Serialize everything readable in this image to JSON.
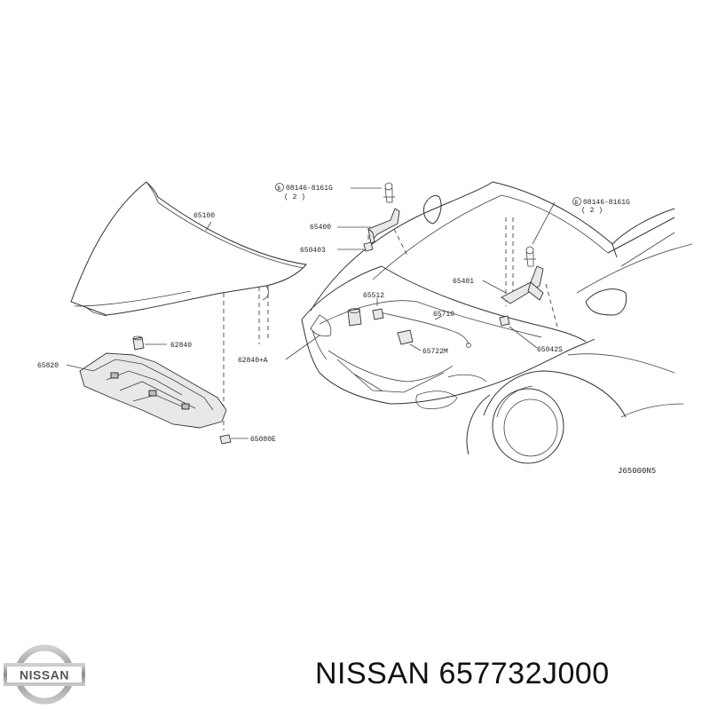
{
  "diagram": {
    "callouts": {
      "hood": "65100",
      "hinge_left": "65400",
      "bolt_left_code": "08146-8161G",
      "bolt_left_qty": "( 2 )",
      "bolt_left_symbol": "B",
      "nut_left": "650403",
      "bolt_right_code": "08146-8161G",
      "bolt_right_qty": "( 2 )",
      "bolt_right_symbol": "B",
      "hinge_right": "65401",
      "nut_right": "65042S",
      "bumper_stop": "62840",
      "bumper_stop_a": "62840+A",
      "insulator": "65820",
      "clip": "65080E",
      "clip_65512": "65512",
      "cable": "65710",
      "lock_part": "65722M"
    },
    "reference_code": "J65000N5"
  },
  "brand": {
    "logo_text": "NISSAN",
    "caption": "NISSAN 657732J000"
  },
  "colors": {
    "line": "#333333",
    "logo_silver": "#9a9a9a",
    "logo_dark": "#444444"
  }
}
